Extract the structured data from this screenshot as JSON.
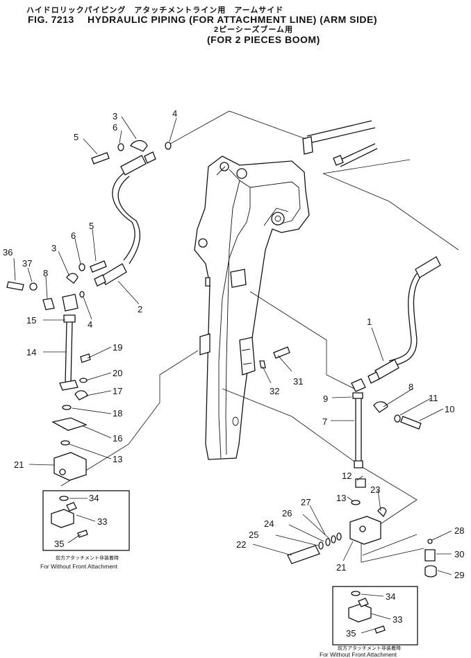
{
  "header": {
    "jp_line1": "ハイドロリックパイピング　アタッチメントライン用　アームサイド",
    "fig_no": "FIG. 7213",
    "title": "HYDRAULIC PIPING (FOR ATTACHMENT LINE) (ARM SIDE)",
    "jp_line2": "2ピーシーズブーム用",
    "subtitle": "(FOR 2 PIECES BOOM)"
  },
  "part_numbers": [
    "1",
    "2",
    "3",
    "3",
    "4",
    "4",
    "5",
    "5",
    "6",
    "6",
    "7",
    "8",
    "8",
    "9",
    "10",
    "11",
    "12",
    "13",
    "13",
    "14",
    "15",
    "16",
    "17",
    "18",
    "19",
    "20",
    "21",
    "21",
    "22",
    "23",
    "24",
    "25",
    "26",
    "27",
    "28",
    "29",
    "30",
    "31",
    "32",
    "33",
    "33",
    "34",
    "34",
    "35",
    "35",
    "36",
    "37"
  ],
  "notes": {
    "left_jp": "前方アタッチメント非装着時",
    "left_en": "For Without Front Attachment",
    "right_jp": "前方アタッチメント非装着時",
    "right_en": "For Without Front Attachment"
  }
}
